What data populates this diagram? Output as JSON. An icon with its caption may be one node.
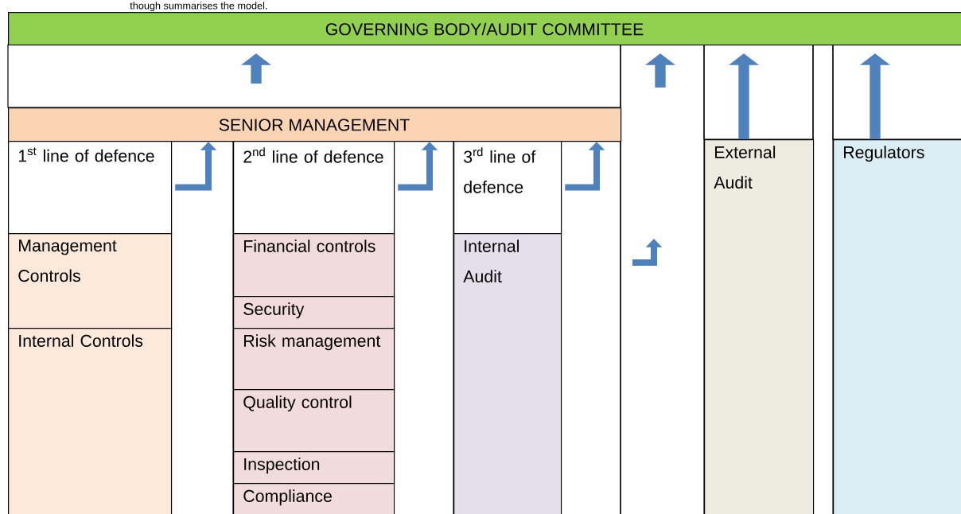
{
  "diagram": {
    "nodes": [
      {
        "text": [
          "GOVERNING BODY/AUDIT COMMITTEE"
        ]
      },
      {
        "text": [
          "SENIOR MANAGEMENT"
        ]
      },
      {
        "text": [
          "1$^{st}$ line of defence"
        ]
      },
      {
        "text": [
          "2$^{nd}$ line of defence"
        ]
      },
      {
        "text": [
          "3$^{rd}$ line of defence"
        ]
      },
      {
        "text": [
          "Management Controls"
        ]
      },
      {
        "text": [
          "Internal Controls"
        ]
      },
      {
        "text": [
          "Financial controls"
        ]
      },
      {
        "text": [
          "Security"
        ]
      },
      {
        "text": [
          "Risk management"
        ]
      },
      {
        "text": [
          "Quality control"
        ]
      },
      {
        "text": [
          "Inspection"
        ]
      },
      {
        "text": [
          "Compliance"
        ]
      },
      {
        "text": [
          "Internal Audit"
        ]
      },
      {
        "text": [
          "External Audit"
        ]
      },
      {
        "text": [
          "Regulators"
        ]
      }
    ],
    "edges": [
      {
        "from": 1,
        "to": 0,
        "arrow": "to"
      },
      {
        "from": 2,
        "to": 1,
        "arrow": "to"
      },
      {
        "from": 3,
        "to": 1,
        "arrow": "to"
      },
      {
        "from": 4,
        "to": 1,
        "arrow": "to"
      },
      {
        "from": null,
        "to": 0,
        "arrow": "to"
      },
      {
        "from": 14,
        "to": 0,
        "arrow": "to"
      },
      {
        "from": 15,
        "to": 0,
        "arrow": "to"
      }
    ],
    "labels": [
      "though summarises the model."
    ]
  }
}
